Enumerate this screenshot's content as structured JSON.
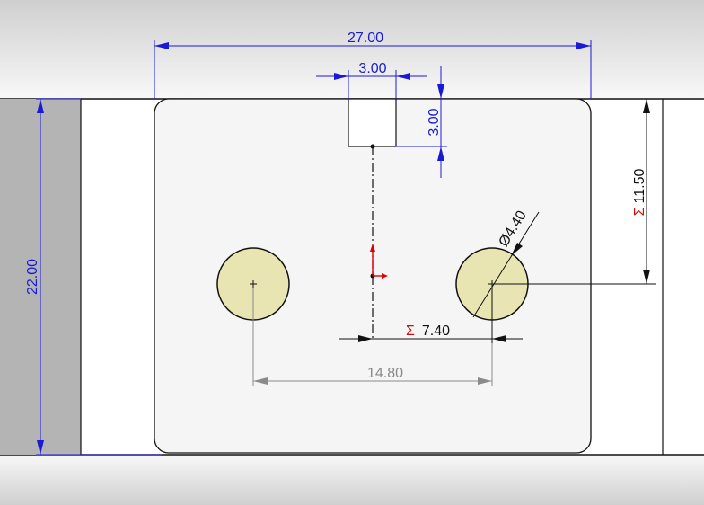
{
  "dimensions": {
    "overall_width": "27.00",
    "slot_width": "3.00",
    "slot_depth": "3.00",
    "overall_height": "22.00",
    "hole_vertical_offset": "11.50",
    "hole_diameter": "Ø4.40",
    "hole_horizontal_offset": "7.40",
    "hole_spacing": "14.80"
  },
  "symbols": {
    "sum": "Σ"
  },
  "colors": {
    "driving_dimension": "#1a1ad6",
    "driven_dimension": "#111111",
    "reference_dimension": "#8a8a8a",
    "hole_fill": "#e8e5b2",
    "origin_marker": "#e00000"
  }
}
